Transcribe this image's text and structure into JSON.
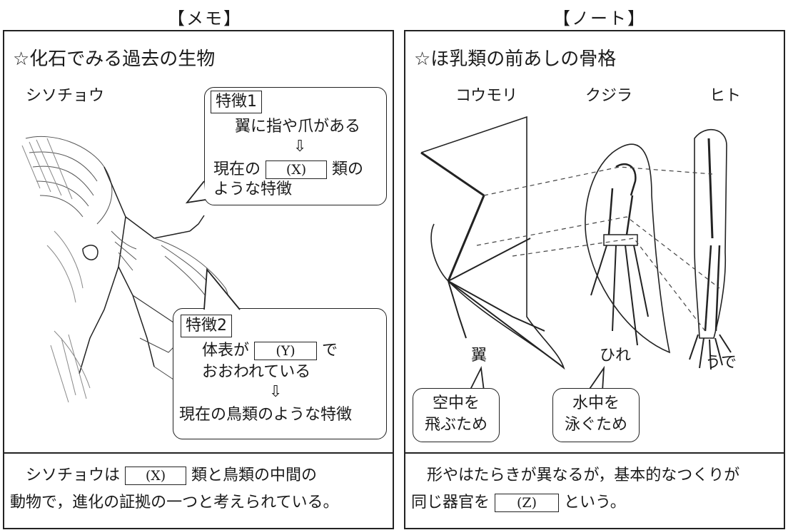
{
  "headers": {
    "memo": "【メモ】",
    "note": "【ノート】"
  },
  "memo": {
    "title": "☆化石でみる過去の生物",
    "animal": "シソチョウ",
    "feature1": {
      "label": "特徴1",
      "line1": "翼に指や爪がある",
      "arrow": "⇩",
      "line2_pre": "現在の",
      "line2_blank": "(X)",
      "line2_post": "類の",
      "line3": "ような特徴"
    },
    "feature2": {
      "label": "特徴2",
      "line1_pre": "体表が",
      "line1_blank": "(Y)",
      "line1_post": "で",
      "line2": "おおわれている",
      "arrow": "⇩",
      "line3": "現在の鳥類のような特徴"
    },
    "summary": {
      "line1_pre": "シソチョウは",
      "line1_blank": "(X)",
      "line1_post": "類と鳥類の中間の",
      "line2": "動物で，進化の証拠の一つと考えられている。"
    }
  },
  "note": {
    "title": "☆ほ乳類の前あしの骨格",
    "animals": [
      "コウモリ",
      "クジラ",
      "ヒト"
    ],
    "parts": [
      "翼",
      "ひれ",
      "うで"
    ],
    "bubble_bat": [
      "空中を",
      "飛ぶため"
    ],
    "bubble_whale": [
      "水中を",
      "泳ぐため"
    ],
    "summary": {
      "line1": "形やはたらきが異なるが，基本的なつくりが",
      "line2_pre": "同じ器官を",
      "line2_blank": "(Z)",
      "line2_post": "という。"
    }
  }
}
